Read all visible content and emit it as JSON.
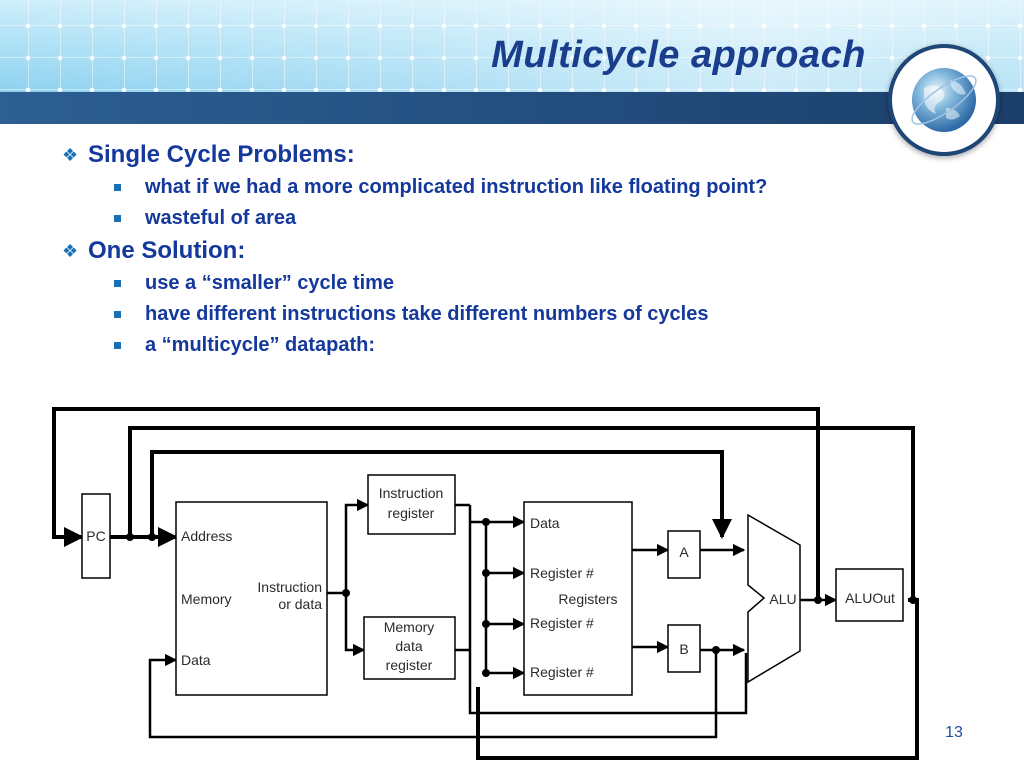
{
  "slide": {
    "title": "Multicycle approach",
    "page_number": "13"
  },
  "bullets": [
    {
      "text": "Single Cycle Problems:",
      "sub": [
        "what if we had a more complicated instruction like floating point?",
        "wasteful of area"
      ]
    },
    {
      "text": "One Solution:",
      "sub": [
        "use a “smaller” cycle time",
        "have different instructions take different numbers of cycles",
        "a “multicycle” datapath:"
      ]
    }
  ],
  "diagram": {
    "pc": "PC",
    "memory": {
      "address": "Address",
      "memory": "Memory",
      "data": "Data",
      "out_line1": "Instruction",
      "out_line2": "or data"
    },
    "instruction_register": {
      "line1": "Instruction",
      "line2": "register"
    },
    "memory_data_register": {
      "line1": "Memory",
      "line2": "data",
      "line3": "register"
    },
    "registers": {
      "data": "Data",
      "reg1": "Register #",
      "title": "Registers",
      "reg2": "Register #",
      "reg3": "Register #"
    },
    "a": "A",
    "b": "B",
    "alu": "ALU",
    "aluout": "ALUOut"
  },
  "colors": {
    "title": "#1a3d8c",
    "bullet_text": "#14389b",
    "bullet_marker": "#1a6fb3",
    "band": "#234f80"
  }
}
